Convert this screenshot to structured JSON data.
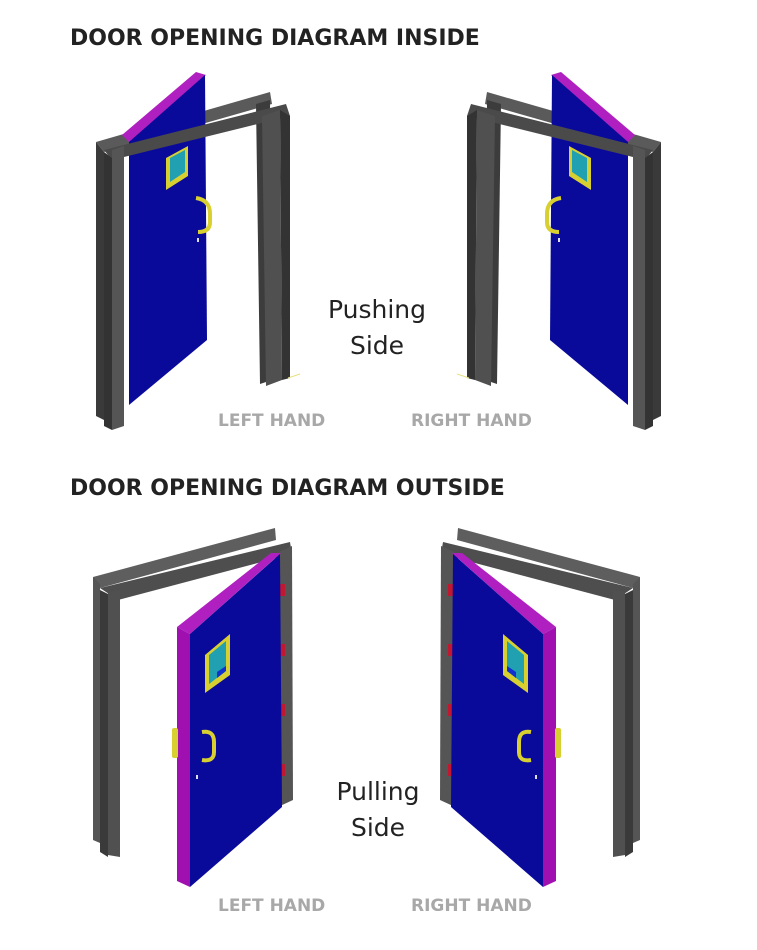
{
  "inside": {
    "title": "DOOR OPENING DIAGRAM INSIDE",
    "side_line1": "Pushing",
    "side_line2": "Side",
    "left_label": "LEFT HAND",
    "right_label": "RIGHT HAND"
  },
  "outside": {
    "title": "DOOR OPENING DIAGRAM OUTSIDE",
    "side_line1": "Pulling",
    "side_line2": "Side",
    "left_label": "LEFT HAND",
    "right_label": "RIGHT HAND"
  },
  "colors": {
    "door_face": "#0a0a9a",
    "door_edge": "#b020c0",
    "frame_front": "#4a4a4a",
    "frame_back": "#5e5e5e",
    "hardware": "#d8d030",
    "glass": "#20a0b0",
    "hinge": "#c01830"
  }
}
